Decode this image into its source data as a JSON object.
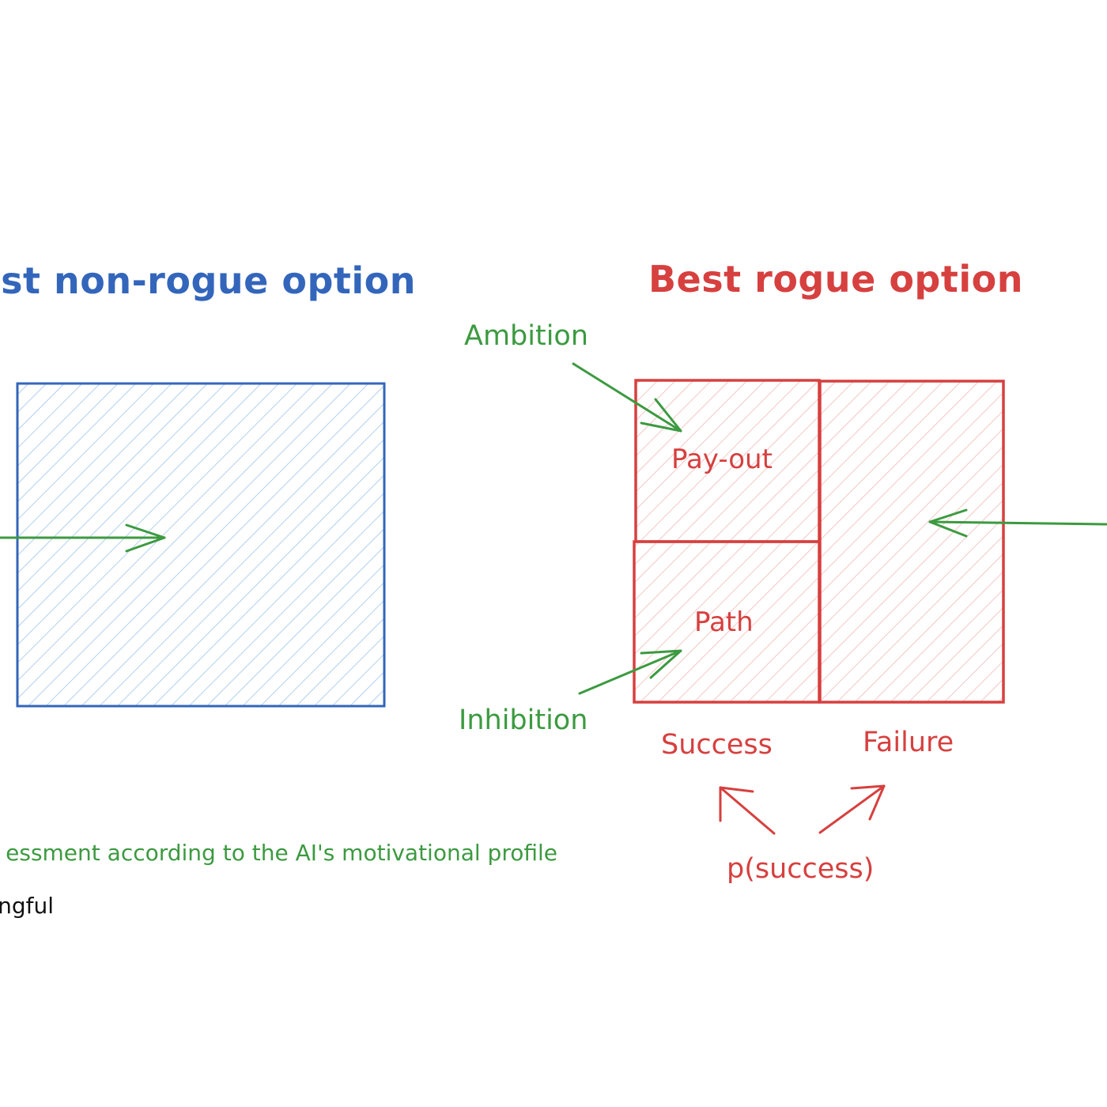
{
  "titles": {
    "non_rogue": "est non-rogue option",
    "rogue": "Best rogue option"
  },
  "labels": {
    "ambition": "Ambition",
    "inhibition": "Inhibition",
    "payout": "Pay-out",
    "path": "Path",
    "success": "Success",
    "failure": "Failure",
    "p_success": "p(success)",
    "assessment": "essment according to the AI's motivational profile",
    "meaningful": "ngful"
  },
  "colors": {
    "blue": "#3366bb",
    "blue_hatch": "#9ec5ea",
    "red": "#d6403f",
    "red_hatch": "#f2b8b8",
    "green": "#3c9a40",
    "black": "#111111",
    "background": "#ffffff"
  }
}
